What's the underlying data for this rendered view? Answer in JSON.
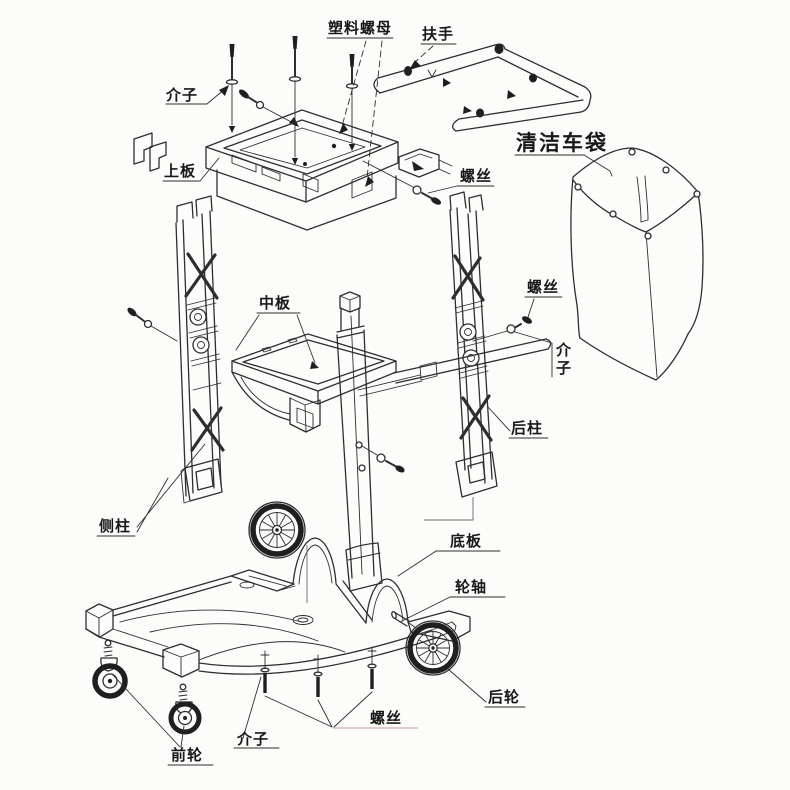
{
  "diagram": {
    "type": "exploded-parts-diagram",
    "colors": {
      "line": "#2e2e2e",
      "text": "#181818",
      "background": "#fcfcfb"
    },
    "labels": {
      "washer_top": "介子",
      "plastic_nut": "塑料螺母",
      "handle": "扶手",
      "top_board": "上板",
      "cleaning_cart_bag": "清洁车袋",
      "screw_upper": "螺丝",
      "middle_board": "中板",
      "screw_right": "螺丝",
      "washer_right": "介子",
      "rear_column": "后柱",
      "side_column": "侧柱",
      "bottom_board": "底板",
      "wheel_axle": "轮轴",
      "rear_wheel": "后轮",
      "washer_bottom": "介子",
      "screw_bottom": "螺丝",
      "front_wheel": "前轮"
    }
  }
}
